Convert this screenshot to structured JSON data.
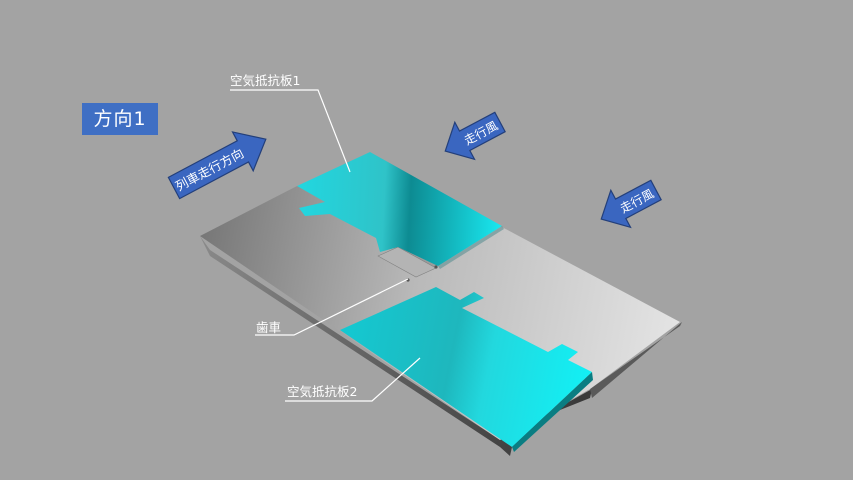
{
  "badge": {
    "label": "方向1",
    "color": "#3f6fc4"
  },
  "labels": {
    "plate1": "空気抵抗板1",
    "plate2": "空気抵抗板2",
    "gear": "歯車"
  },
  "arrows": {
    "train_direction": "列車走行方向",
    "wind_a": "走行風",
    "wind_b": "走行風"
  },
  "colors": {
    "background": "#a3a3a3",
    "plate_cyan": "#16e3ea",
    "arrow_blue": "#3a66c0",
    "base_plate": "#cfcfcf"
  }
}
